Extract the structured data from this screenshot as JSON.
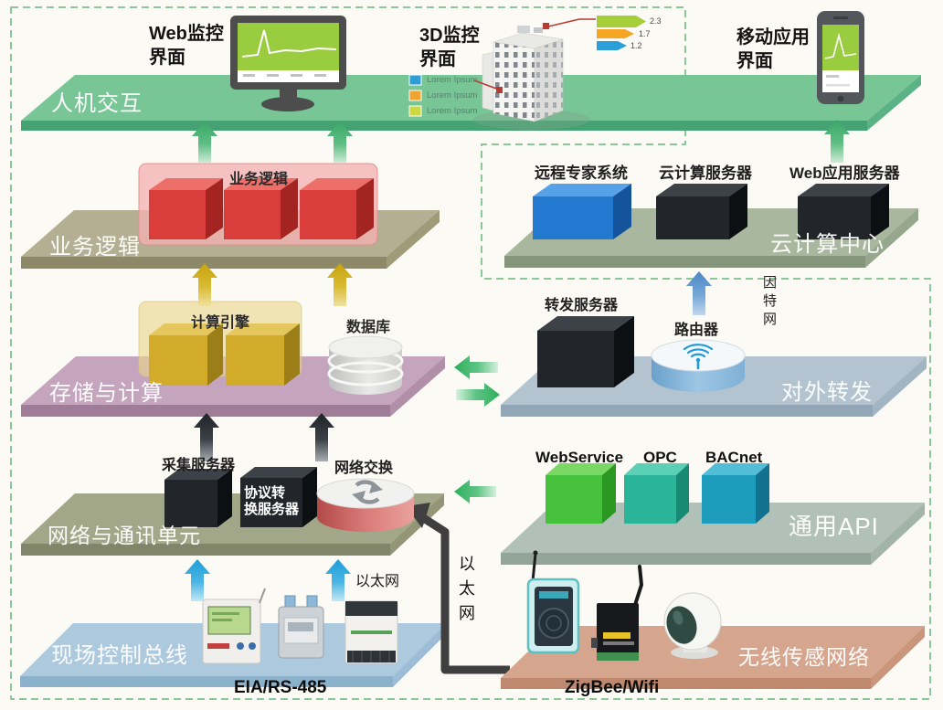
{
  "panels": {
    "web_monitor": {
      "line1": "Web监控",
      "line2": "界面"
    },
    "monitor_3d": {
      "line1": "3D监控",
      "line2": "界面",
      "legend": [
        {
          "label": "Lorem Ipsum",
          "color": "#2e9fd4"
        },
        {
          "label": "Lorem Ipsum",
          "color": "#f0a32f"
        },
        {
          "label": "Lorem Ipsum",
          "color": "#cbd93f"
        }
      ],
      "bars": [
        {
          "value": "2.3",
          "color": "#a5ce39"
        },
        {
          "value": "1.7",
          "color": "#f5a623"
        },
        {
          "value": "1.2",
          "color": "#2b9fd8"
        }
      ]
    },
    "mobile_app": {
      "line1": "移动应用",
      "line2": "界面"
    }
  },
  "layers": {
    "hmi": {
      "label": "人机交互"
    },
    "business": {
      "label": "业务逻辑",
      "box_label": "业务逻辑"
    },
    "storage": {
      "label": "存储与计算",
      "engine_label": "计算引擎",
      "database_label": "数据库"
    },
    "network": {
      "label": "网络与通讯单元",
      "collector_label": "采集服务器",
      "protocol_line1": "协议转",
      "protocol_line2": "换服务器",
      "switch_label": "网络交换"
    },
    "field_bus": {
      "label": "现场控制总线",
      "protocol": "EIA/RS-485",
      "ethernet": "以太网"
    },
    "cloud": {
      "label": "云计算中心",
      "server1": "远程专家系统",
      "server2": "云计算服务器",
      "server3": "Web应用服务器"
    },
    "forwarding": {
      "label": "对外转发",
      "server": "转发服务器",
      "router": "路由器",
      "internet": "因特网"
    },
    "api": {
      "label": "通用API",
      "cube1": "WebService",
      "cube2": "OPC",
      "cube3": "BACnet"
    },
    "wireless": {
      "label": "无线传感网络",
      "protocol": "ZigBee/Wifi",
      "ethernet": "以太网"
    }
  },
  "colors": {
    "border_dash": "#8cc79a",
    "hmi_platform": "#78c596",
    "business_platform": "#b4af92",
    "storage_platform": "#c5a4bd",
    "network_platform": "#a3a789",
    "field_platform": "#adc9de",
    "cloud_platform": "#a8b79d",
    "forward_platform": "#b3c4d0",
    "api_platform": "#b2c1b7",
    "wireless_platform": "#d6a58d",
    "red_cube": "#da3e3c",
    "gold_cube": "#d2ab2b",
    "blue_cube": "#2279cf",
    "black_cube": "#22262b",
    "green_cube": "#46c13b",
    "teal_cube": "#2ab499",
    "cyan_cube": "#1e9cbb"
  }
}
